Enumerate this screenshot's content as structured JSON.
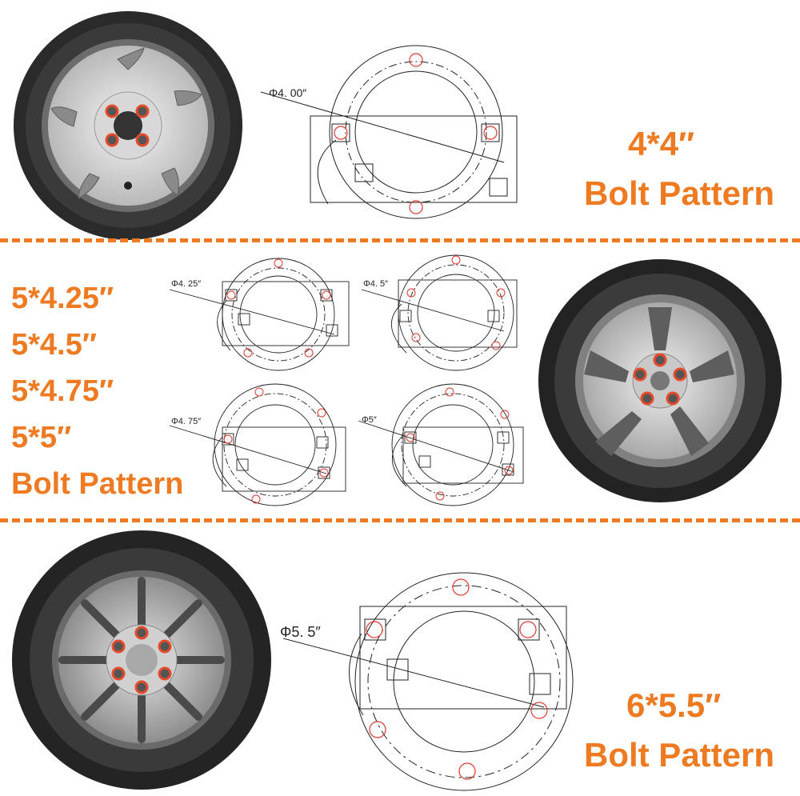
{
  "accent_color": "#EE7A22",
  "section1": {
    "dimension": "Φ4. 00″",
    "pattern": "4*4″",
    "label": "Bolt Pattern"
  },
  "section2": {
    "patterns": [
      "5*4.25″",
      "5*4.5″",
      "5*4.75″",
      "5*5″"
    ],
    "label": "Bolt Pattern",
    "dimensions": [
      "Φ4. 25″",
      "Φ4. 5″",
      "Φ4. 75″",
      "Φ5″"
    ]
  },
  "section3": {
    "dimension": "Φ5. 5″",
    "pattern": "6*5.5″",
    "label": "Bolt Pattern"
  }
}
